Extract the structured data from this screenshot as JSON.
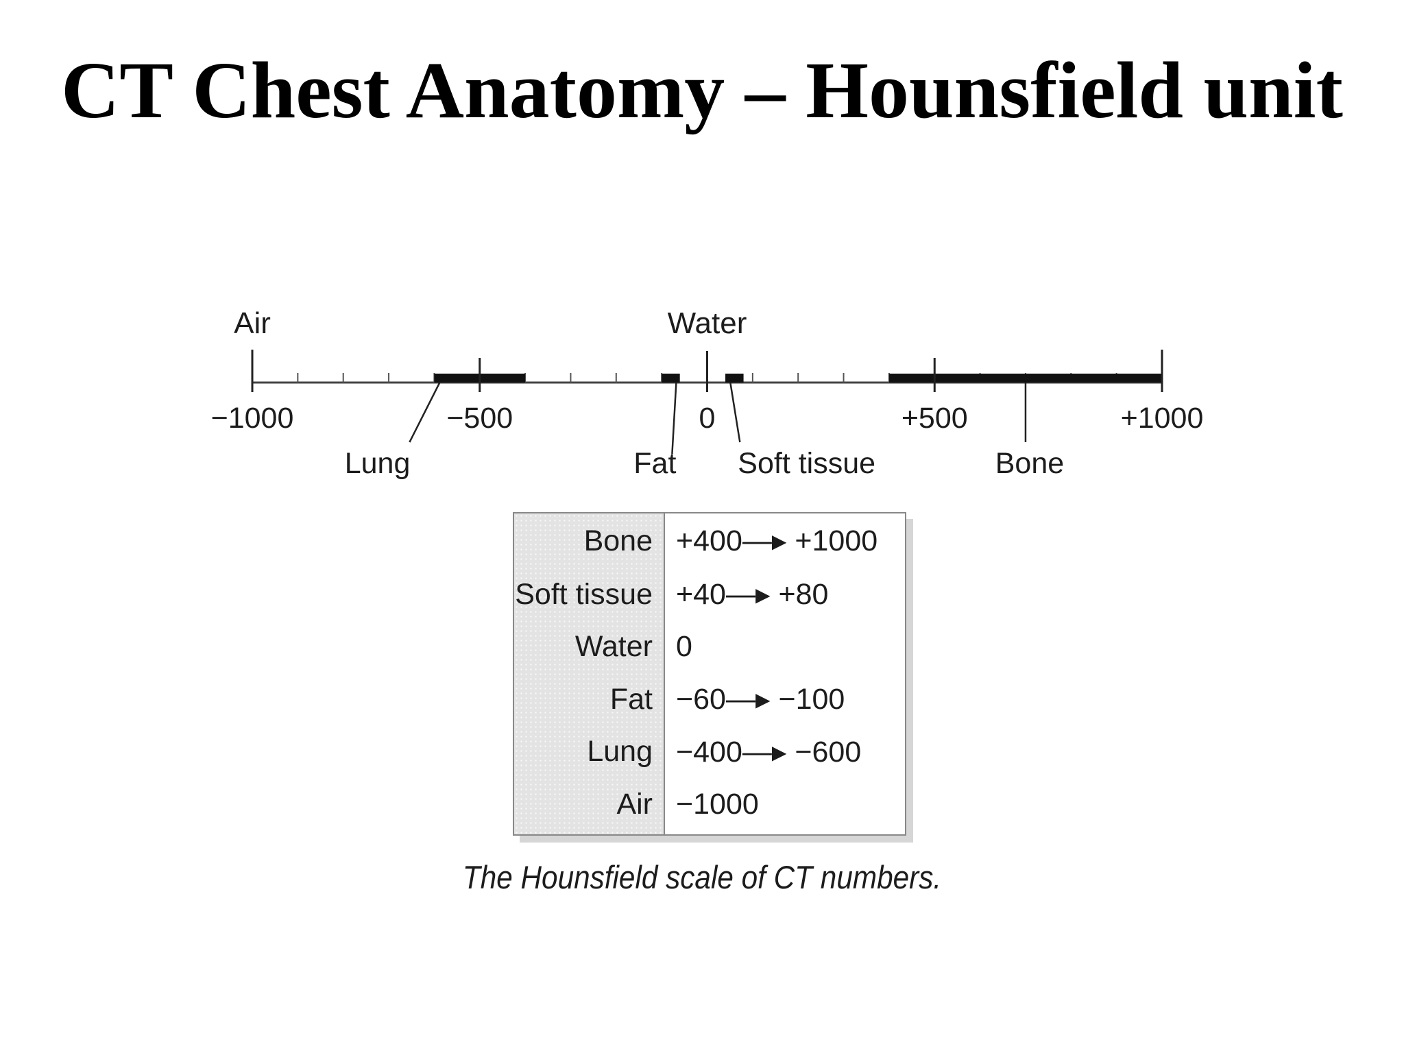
{
  "title": "CT Chest Anatomy – Hounsfield unit",
  "chart_data": {
    "type": "number-line",
    "range": [
      -1000,
      1000
    ],
    "axis_ticks": [
      {
        "value": -1000,
        "label": "−1000"
      },
      {
        "value": -500,
        "label": "−500"
      },
      {
        "value": 0,
        "label": "0"
      },
      {
        "value": 500,
        "label": "+500"
      },
      {
        "value": 1000,
        "label": "+1000"
      }
    ],
    "minor_tick_step": 100,
    "reference_points": [
      {
        "name": "Air",
        "value": -1000
      },
      {
        "name": "Water",
        "value": 0
      }
    ],
    "bands": [
      {
        "name": "Lung",
        "start": -600,
        "end": -400
      },
      {
        "name": "Fat",
        "start": -100,
        "end": -60
      },
      {
        "name": "Soft tissue",
        "start": 40,
        "end": 80
      },
      {
        "name": "Bone",
        "start": 400,
        "end": 1000
      }
    ]
  },
  "reference_table": [
    {
      "tissue": "Bone",
      "range": "+400—▸ +1000"
    },
    {
      "tissue": "Soft tissue",
      "range": "+40—▸ +80"
    },
    {
      "tissue": "Water",
      "range": "0"
    },
    {
      "tissue": "Fat",
      "range": "−60—▸ −100"
    },
    {
      "tissue": "Lung",
      "range": "−400—▸ −600"
    },
    {
      "tissue": "Air",
      "range": "−1000"
    }
  ],
  "caption": "The Hounsfield scale of CT numbers."
}
